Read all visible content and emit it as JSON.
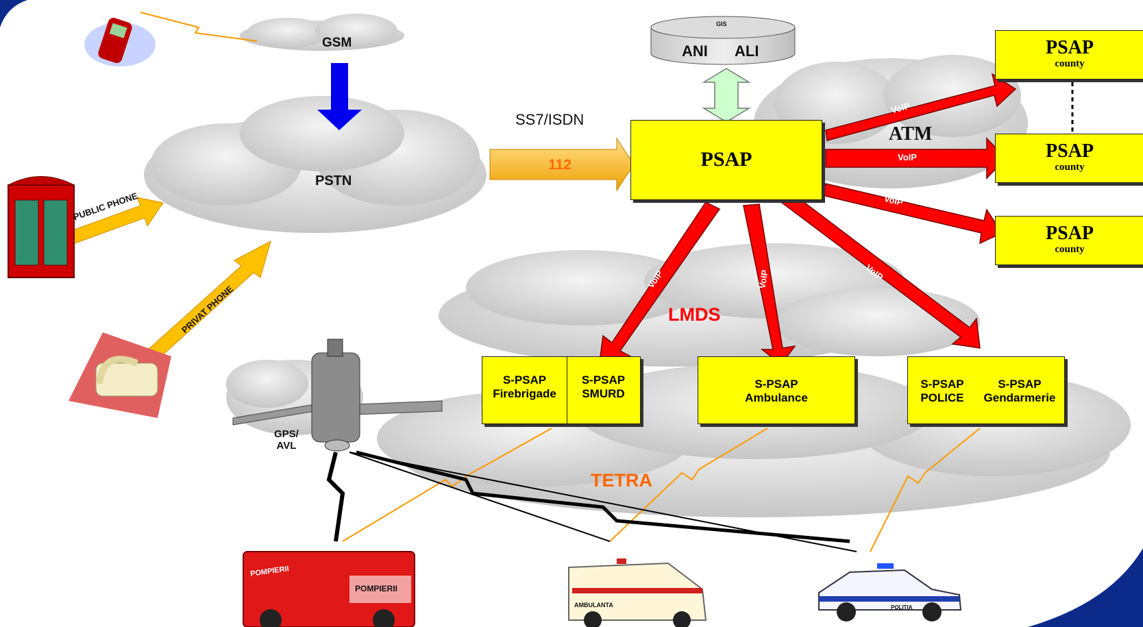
{
  "networks": {
    "gsm": "GSM",
    "pstn": "PSTN",
    "lmds": "LMDS",
    "atm": "ATM",
    "tetra": "TETRA"
  },
  "links": {
    "ss7": "SS7/ISDN",
    "number": "112",
    "public_phone": "PUBLIC PHONE",
    "privat_phone": "PRIVAT PHONE",
    "voip": "VoIP"
  },
  "database": {
    "top": "GIS",
    "ani": "ANI",
    "ali": "ALI"
  },
  "main_psap": "PSAP",
  "county_psaps": [
    {
      "title": "PSAP",
      "sub": "county"
    },
    {
      "title": "PSAP",
      "sub": "county"
    },
    {
      "title": "PSAP",
      "sub": "county"
    }
  ],
  "spsaps": {
    "fire": {
      "line1": "S-PSAP",
      "line2": "Firebrigade"
    },
    "smurd": {
      "line1": "S-PSAP",
      "line2": "SMURD"
    },
    "ambulance": {
      "line1": "S-PSAP",
      "line2": "Ambulance"
    },
    "police": {
      "line1": "S-PSAP",
      "line2": "POLICE"
    },
    "gendarmerie": {
      "line1": "S-PSAP",
      "line2": "Gendarmerie"
    }
  },
  "satellite": {
    "label_line1": "GPS/",
    "label_line2": "AVL"
  },
  "vehicles": {
    "fire_truck": "POMPIERII",
    "ambulance": "AMBULANTA",
    "police": "POLITIA"
  },
  "colors": {
    "box_fill": "#ffff00",
    "voip_arrow": "#ff0000",
    "gsm_arrow": "#0000ee",
    "phone_arrow": "#ffc000",
    "tetra_text": "#ff6600",
    "lmds_text": "#ff0000",
    "db_arrow": "#ccffcc"
  }
}
